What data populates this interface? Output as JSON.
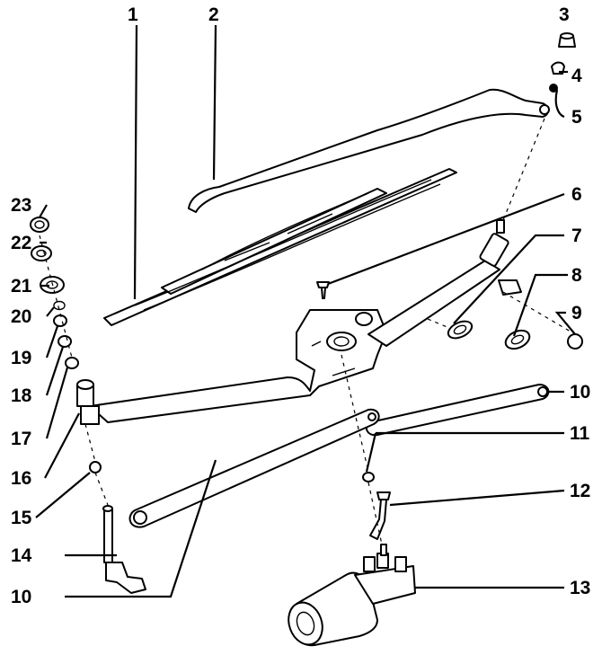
{
  "labels": {
    "l1": "1",
    "l2": "2",
    "l3": "3",
    "l4": "4",
    "l5": "5",
    "l6": "6",
    "l7": "7",
    "l8": "8",
    "l9": "9",
    "l10a": "10",
    "l10b": "10",
    "l11": "11",
    "l12": "12",
    "l13": "13",
    "l14": "14",
    "l15": "15",
    "l16": "16",
    "l17": "17",
    "l18": "18",
    "l19": "19",
    "l20": "20",
    "l21": "21",
    "l22": "22",
    "l23": "23"
  }
}
